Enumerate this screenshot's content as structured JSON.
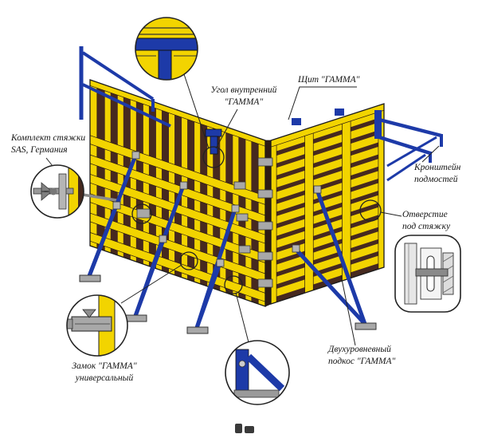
{
  "diagram": {
    "labels": {
      "inner_corner": "Угол внутренний\n\"ГАММА\"",
      "panel": "Щит \"ГАММА\"",
      "tie_kit": "Комплект стяжки\nSAS, Германия",
      "scaffold_bracket": "Кронштейн\nподмостей",
      "tie_hole": "Отверстие\nпод стяжку",
      "lock": "Замок \"ГАММА\"\nуниверсальный",
      "two_level_brace": "Двухуровневный\nподкос \"ГАММА\""
    },
    "colors": {
      "panel_yellow": "#F2D400",
      "panel_face_dark": "#46291F",
      "brace_blue": "#1D3AA8",
      "hardware_gray": "#A8A8A8",
      "line_black": "#1A1A1A",
      "background": "#FFFFFF"
    }
  }
}
